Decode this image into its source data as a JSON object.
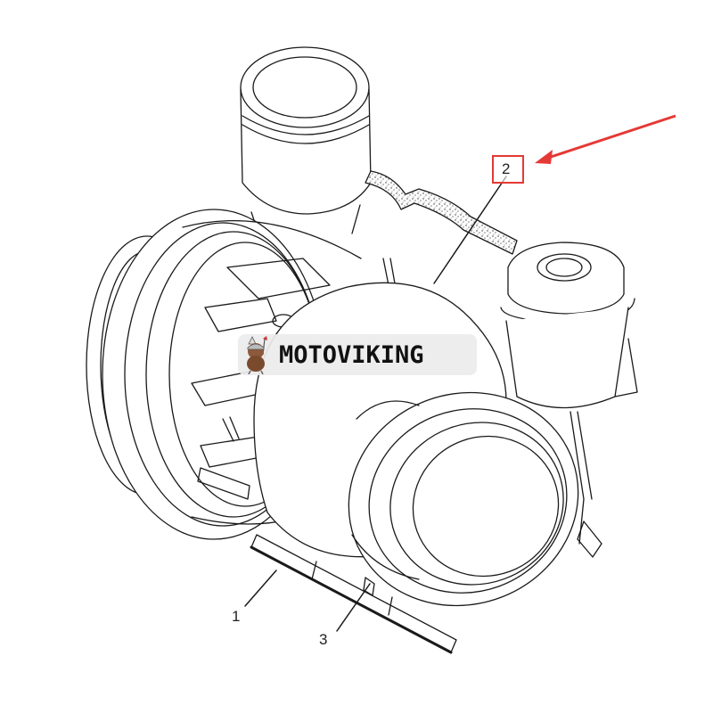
{
  "diagram": {
    "type": "parts-exploded-view",
    "subject": "turbocharger",
    "callouts": [
      {
        "id": "1",
        "label": "1"
      },
      {
        "id": "2",
        "label": "2",
        "highlighted": true
      },
      {
        "id": "3",
        "label": "3"
      }
    ],
    "highlight_color": "#e53935",
    "line_color": "#1a1a1a"
  },
  "watermark": {
    "text": "MOTOVIKING",
    "logo": "viking-mascot-icon"
  }
}
